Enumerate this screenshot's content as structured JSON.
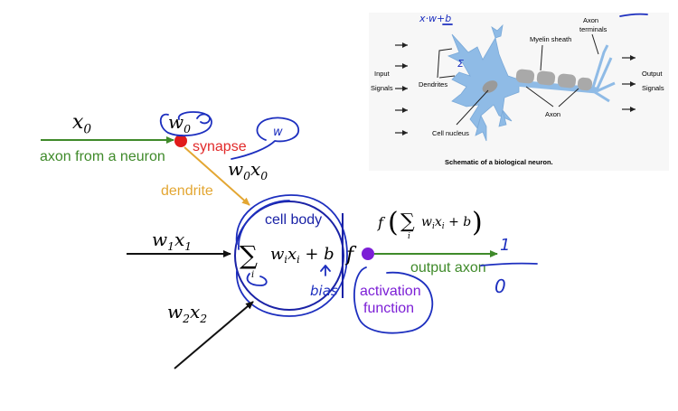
{
  "colors": {
    "input_line": "#3f8a2a",
    "synapse": "#e11b1b",
    "synapse_label": "#e12a2a",
    "dendrite": "#e3a632",
    "cell_body": "#1a22a6",
    "activation": "#7c1fd6",
    "output": "#3f8a2a",
    "ink": "#1d2fbf",
    "bio_neuron": "#8fbbe6",
    "bio_myelin": "#a9a9a9"
  },
  "model": {
    "x0": "x0",
    "w0": "w0",
    "w0x0": "w0x0",
    "axon_label": "axon from a neuron",
    "synapse_label": "synapse",
    "dendrite_label": "dendrite",
    "cell_body_label": "cell body",
    "sum_expr": "∑ wixi + b",
    "f_symbol": "f",
    "w1x1": "w1x1",
    "w2x2": "w2x2",
    "output_expr": "f( ∑ wixi + b )",
    "output_label": "output axon",
    "activation_label_line1": "activation",
    "activation_label_line2": "function"
  },
  "handwriting": {
    "w_note": "w",
    "bias_note": "bias",
    "top_note": "x·w+b",
    "sigma_note": "Σ",
    "one": "1",
    "zero": "0"
  },
  "bio": {
    "caption": "Schematic of a biological neuron.",
    "input": "Input",
    "input_signals": "Signals",
    "dendrites": "Dendrites",
    "cell_nucleus": "Cell nucleus",
    "myelin_sheath": "Myelin sheath",
    "axon": "Axon",
    "axon_terminals_1": "Axon",
    "axon_terminals_2": "terminals",
    "output": "Output",
    "output_signals": "Signals"
  }
}
